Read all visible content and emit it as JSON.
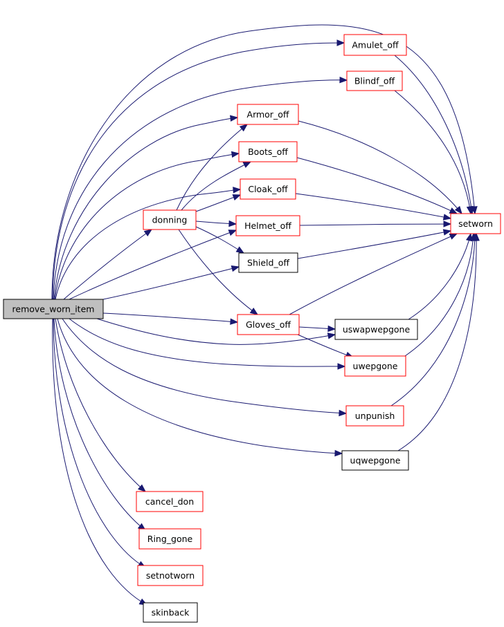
{
  "graph": {
    "colors": {
      "edge": "#191970",
      "root_fill": "#bfbfbf",
      "root_border": "#000000",
      "linked_border": "#ff0000",
      "plain_border": "#000000",
      "node_fill": "#ffffff",
      "text": "#000000"
    },
    "nodes": {
      "remove_worn_item": {
        "label": "remove_worn_item",
        "style": "root"
      },
      "donning": {
        "label": "donning",
        "style": "linked"
      },
      "Amulet_off": {
        "label": "Amulet_off",
        "style": "linked"
      },
      "Blindf_off": {
        "label": "Blindf_off",
        "style": "linked"
      },
      "Armor_off": {
        "label": "Armor_off",
        "style": "linked"
      },
      "Boots_off": {
        "label": "Boots_off",
        "style": "linked"
      },
      "Cloak_off": {
        "label": "Cloak_off",
        "style": "linked"
      },
      "Helmet_off": {
        "label": "Helmet_off",
        "style": "linked"
      },
      "Shield_off": {
        "label": "Shield_off",
        "style": "plain"
      },
      "Gloves_off": {
        "label": "Gloves_off",
        "style": "linked"
      },
      "uswapwepgone": {
        "label": "uswapwepgone",
        "style": "plain"
      },
      "uwepgone": {
        "label": "uwepgone",
        "style": "linked"
      },
      "unpunish": {
        "label": "unpunish",
        "style": "linked"
      },
      "uqwepgone": {
        "label": "uqwepgone",
        "style": "plain"
      },
      "setworn": {
        "label": "setworn",
        "style": "linked"
      },
      "cancel_don": {
        "label": "cancel_don",
        "style": "linked"
      },
      "Ring_gone": {
        "label": "Ring_gone",
        "style": "linked"
      },
      "setnotworn": {
        "label": "setnotworn",
        "style": "linked"
      },
      "skinback": {
        "label": "skinback",
        "style": "plain"
      }
    },
    "edges": [
      [
        "remove_worn_item",
        "setworn"
      ],
      [
        "remove_worn_item",
        "Amulet_off"
      ],
      [
        "remove_worn_item",
        "Blindf_off"
      ],
      [
        "remove_worn_item",
        "Armor_off"
      ],
      [
        "remove_worn_item",
        "Boots_off"
      ],
      [
        "remove_worn_item",
        "Cloak_off"
      ],
      [
        "remove_worn_item",
        "donning"
      ],
      [
        "remove_worn_item",
        "Helmet_off"
      ],
      [
        "remove_worn_item",
        "Shield_off"
      ],
      [
        "remove_worn_item",
        "Gloves_off"
      ],
      [
        "remove_worn_item",
        "uswapwepgone"
      ],
      [
        "remove_worn_item",
        "uwepgone"
      ],
      [
        "remove_worn_item",
        "unpunish"
      ],
      [
        "remove_worn_item",
        "uqwepgone"
      ],
      [
        "remove_worn_item",
        "cancel_don"
      ],
      [
        "remove_worn_item",
        "Ring_gone"
      ],
      [
        "remove_worn_item",
        "setnotworn"
      ],
      [
        "remove_worn_item",
        "skinback"
      ],
      [
        "donning",
        "Armor_off"
      ],
      [
        "donning",
        "Boots_off"
      ],
      [
        "donning",
        "Cloak_off"
      ],
      [
        "donning",
        "Helmet_off"
      ],
      [
        "donning",
        "Shield_off"
      ],
      [
        "donning",
        "Gloves_off"
      ],
      [
        "Amulet_off",
        "setworn"
      ],
      [
        "Blindf_off",
        "setworn"
      ],
      [
        "Armor_off",
        "setworn"
      ],
      [
        "Boots_off",
        "setworn"
      ],
      [
        "Cloak_off",
        "setworn"
      ],
      [
        "Helmet_off",
        "setworn"
      ],
      [
        "Shield_off",
        "setworn"
      ],
      [
        "Gloves_off",
        "setworn"
      ],
      [
        "Gloves_off",
        "uswapwepgone"
      ],
      [
        "Gloves_off",
        "uwepgone"
      ],
      [
        "uswapwepgone",
        "setworn"
      ],
      [
        "uwepgone",
        "setworn"
      ],
      [
        "unpunish",
        "setworn"
      ],
      [
        "uqwepgone",
        "setworn"
      ]
    ]
  }
}
